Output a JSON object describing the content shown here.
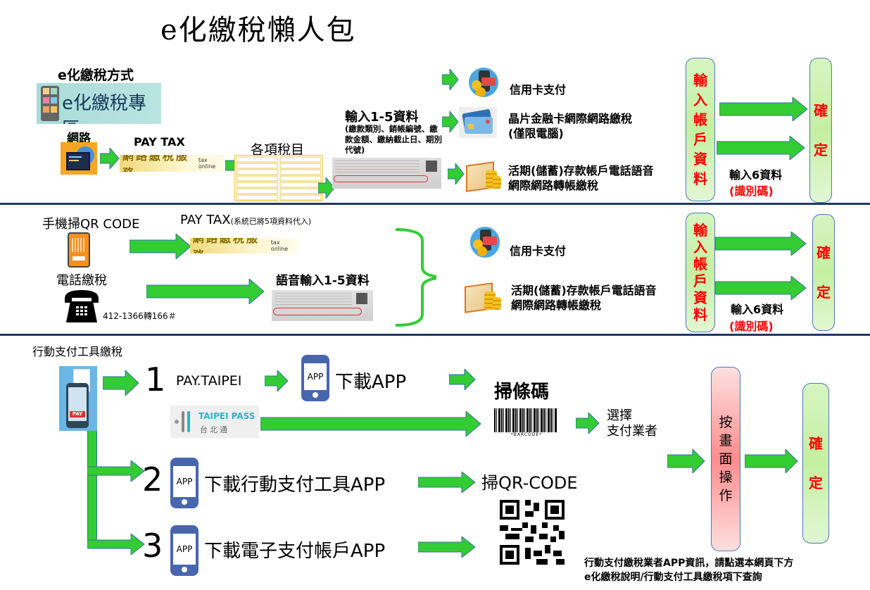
{
  "title": "e化繳稅懶人包",
  "section1": {
    "heading": "e化繳稅方式",
    "banner_text": "e化繳稅專區",
    "internet_label": "網路",
    "paytax_label": "PAY TAX",
    "taxonline_cn": "網路繳稅服務",
    "taxonline_en": "tax online",
    "tax_items_label": "各項稅目",
    "input_label": "輸入1-5資料",
    "input_detail": "(繳款類別、銷帳編號、繳款金額、繳納截止日、期別代號)",
    "options": [
      {
        "icon": "credit-card-phone-icon",
        "label": "信用卡支付"
      },
      {
        "icon": "chip-card-icon",
        "label": "晶片金融卡網際網路繳稅\n(僅限電腦)"
      },
      {
        "icon": "bank-account-coins-icon",
        "label": "活期(儲蓄)存款帳戶電話語音\n網際網路轉帳繳稅"
      }
    ],
    "account_box": "輸\n入\n帳\n戶\n資\n料",
    "input6_label": "輸入6資料",
    "input6_note": "(識別碼)",
    "confirm_box": "確\n\n定"
  },
  "section2": {
    "qr_label": "手機掃QR CODE",
    "paytax_label": "PAY TAX",
    "paytax_note": "(系統已將5項資料代入)",
    "taxonline_cn": "網路繳稅服務",
    "taxonline_en": "tax online",
    "phone_label": "電話繳稅",
    "phone_number": "412-1366轉166＃",
    "voice_label": "語音輸入1-5資料",
    "options": [
      {
        "icon": "credit-card-phone-icon",
        "label": "信用卡支付"
      },
      {
        "icon": "bank-account-coins-icon",
        "label": "活期(儲蓄)存款帳戶電話語音\n網際網路轉帳繳稅"
      }
    ],
    "account_box": "輸\n入\n帳\n戶\n資\n料",
    "input6_label": "輸入6資料",
    "input6_note": "(識別碼)",
    "confirm_box": "確\n\n定"
  },
  "section3": {
    "heading": "行動支付工具繳稅",
    "pay_badge": "PAY",
    "step1_num": "1",
    "step1_label": "PAY.TAIPEI",
    "app_badge": "APP",
    "step1_download": "下載APP",
    "taipei_pass_en": "TAIPEI PASS",
    "taipei_pass_cn": "台北通",
    "scan_barcode": "掃條碼",
    "barcode_caption": "*BARCODE*",
    "choose_vendor": "選擇\n支付業者",
    "step2_num": "2",
    "step2_label": "下載行動支付工具APP",
    "step3_num": "3",
    "step3_label": "下載電子支付帳戶APP",
    "scan_qr": "掃QR-CODE",
    "operate_box": "按\n畫\n面\n操\n作",
    "confirm_box": "確\n\n定",
    "footnote": "行動支付繳稅業者APP資訊，請點選本網頁下方\ne化繳稅說明/行動支付工具繳稅項下查詢"
  },
  "colors": {
    "arrow_green": "#33cc33",
    "arrow_border": "#3a6ea5",
    "separator": "#1f3864",
    "red_text": "#ff0000",
    "app_blue": "#4766ad"
  }
}
